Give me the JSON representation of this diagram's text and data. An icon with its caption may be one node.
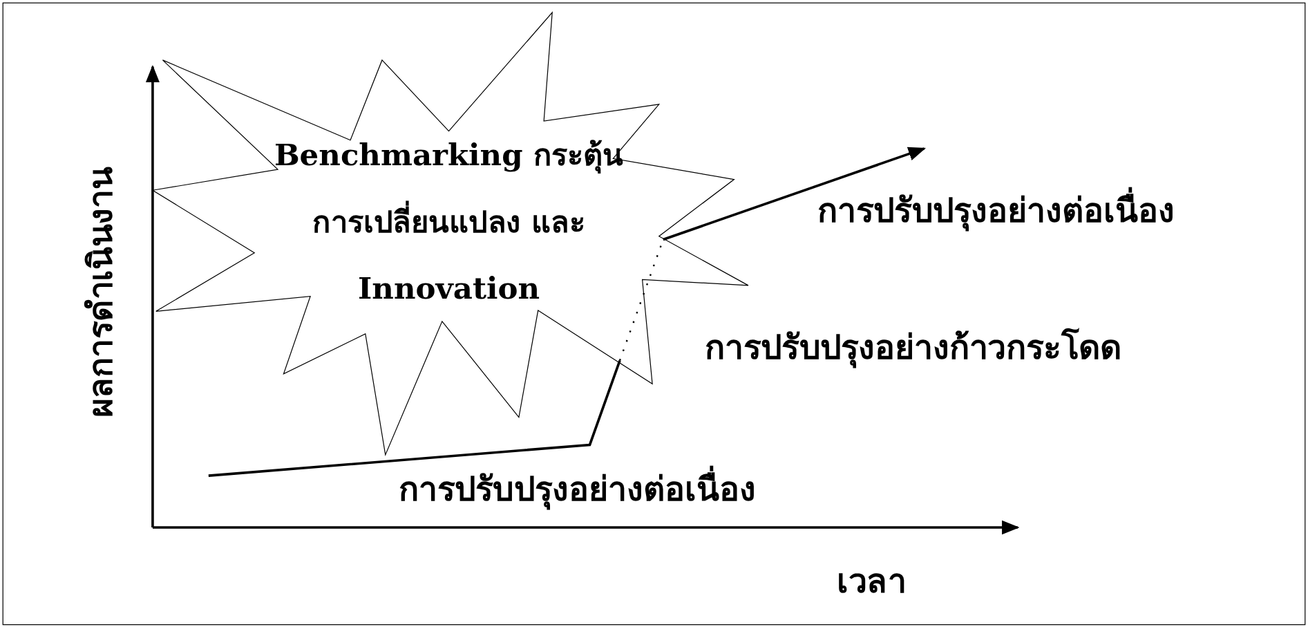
{
  "diagram": {
    "nodes": [
      {
        "text": [
          "Benchmarking กระตุ้นการเปลี่ยนแปลง และ Innovation"
        ]
      }
    ],
    "labels": [
      "ผลการดำเนินงาน",
      "การปรับปรุงอย่างต่อเนื่อง",
      "การปรับปรุงอย่างก้าวกระโดด",
      "การปรับปรุงอย่างต่อเนื่อง",
      "เวลา"
    ]
  }
}
